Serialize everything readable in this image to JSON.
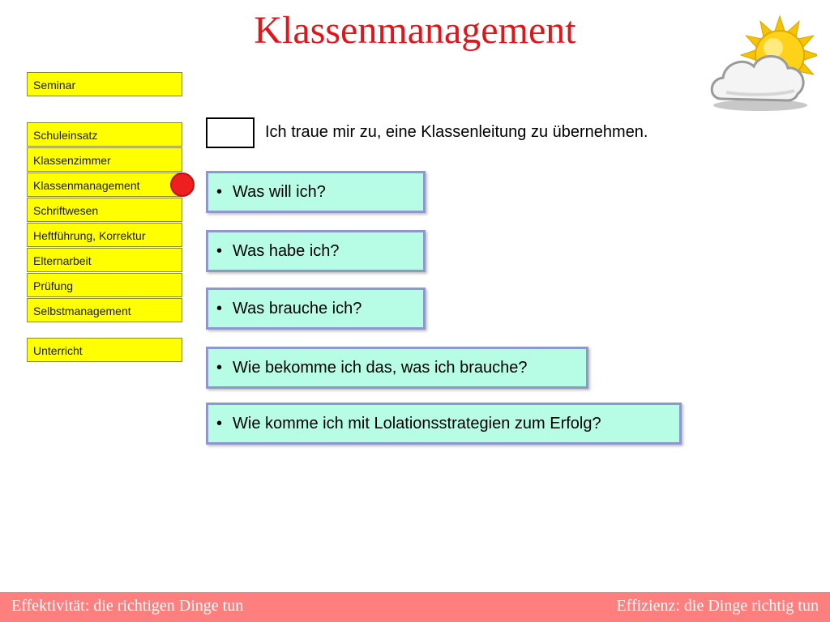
{
  "title": "Klassenmanagement",
  "nav": {
    "seminar": "Seminar",
    "items": [
      "Schuleinsatz",
      "Klassenzimmer",
      "Klassenmanagement",
      "Schriftwesen",
      "Heftführung, Korrektur",
      "Elternarbeit",
      "Prüfung",
      "Selbstmanagement"
    ],
    "active_index": 2,
    "unterricht": "Unterricht"
  },
  "statement": "Ich traue mir zu, eine Klassenleitung zu übernehmen.",
  "questions": [
    "Was will ich?",
    "Was habe ich?",
    "Was brauche ich?",
    "Wie bekomme ich das, was ich brauche?",
    "Wie komme ich mit Lolationsstrategien zum Erfolg?"
  ],
  "bullet": "•",
  "footer": {
    "left": "Effektivität: die richtigen Dinge tun",
    "right": "Effizienz: die Dinge richtig tun"
  },
  "icons": {
    "weather": "sun-behind-cloud-icon"
  },
  "colors": {
    "title": "#e0161b",
    "nav_bg": "#ffff00",
    "active_marker": "#ee1f1f",
    "question_bg": "#b7fde5",
    "question_border": "#8f98cc",
    "footer_bg": "#ff7f7f"
  }
}
